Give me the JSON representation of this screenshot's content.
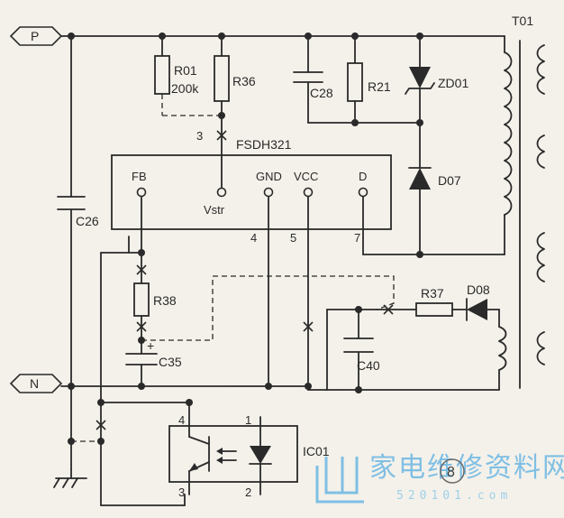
{
  "terminals": {
    "p": "P",
    "n": "N"
  },
  "transformer": {
    "label": "T01"
  },
  "ic": {
    "name": "FSDH321",
    "pins": {
      "fb": "FB",
      "vstr": "Vstr",
      "gnd": "GND",
      "vcc": "VCC",
      "d": "D"
    },
    "pin_numbers": {
      "vstr": "3",
      "gnd": "4",
      "vcc": "5",
      "d": "7"
    }
  },
  "components": {
    "r01": "R01",
    "r01_value": "200k",
    "r36": "R36",
    "c28": "C28",
    "r21": "R21",
    "zd01": "ZD01",
    "d07": "D07",
    "c26": "C26",
    "r38": "R38",
    "c35": "C35",
    "c35_polarity": "+",
    "r37": "R37",
    "d08": "D08",
    "c40": "C40"
  },
  "optocoupler": {
    "label": "IC01",
    "pins": {
      "p4": "4",
      "p1": "1",
      "p3": "3",
      "p2": "2"
    }
  },
  "watermark": {
    "text": "家电维修资料网",
    "url": "520101.com",
    "badge": "8"
  },
  "colors": {
    "ink": "#2a2a2a",
    "paper": "#f4f1ea",
    "watermark": "#7fbfe4"
  }
}
